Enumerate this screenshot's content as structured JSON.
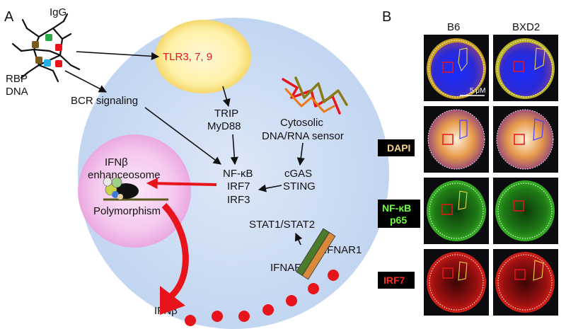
{
  "panel_a": {
    "letter": "A",
    "igg": "IgG",
    "rbp": "RBP",
    "dna": "DNA",
    "tlr": "TLR3, 7, 9",
    "bcr": "BCR signaling",
    "trip": "TRIP",
    "myd88": "MyD88",
    "cytosolic1": "Cytosolic",
    "cytosolic2": "DNA/RNA sensor",
    "nfkb": "NF-κB",
    "irf7": "IRF7",
    "irf3": "IRF3",
    "cgas": "cGAS",
    "sting": "STING",
    "ifnb_nucleus": "IFNβ",
    "enhanceosome": "enhanceosome",
    "polymorphism": "Polymorphism",
    "stat": "STAT1/STAT2",
    "ifnar1": "IFNAR1",
    "ifnar2": "IFNAR2",
    "ifnb_out": "IFNβ"
  },
  "panel_b": {
    "letter": "B",
    "col1": "B6",
    "col2": "BXD2",
    "scale": "5 μM",
    "rows": [
      "DAPI",
      "NF-κB",
      "p65",
      "IRF7"
    ]
  },
  "colors": {
    "cell": "#c9daf3",
    "nucleus": "#f6c6ee",
    "vesicle": "#fff3b0",
    "red": "#e8141c",
    "dapi": "#f7d58a",
    "nfkb": "#6cff3a",
    "irf7": "#ff2a1a"
  }
}
